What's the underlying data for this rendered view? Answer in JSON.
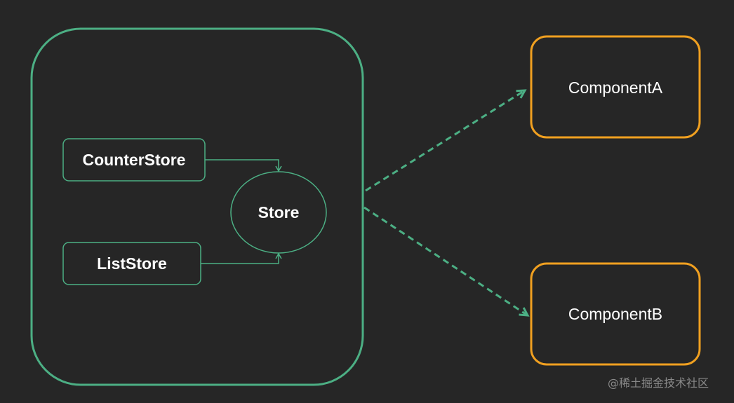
{
  "nodes": {
    "counter_store": "CounterStore",
    "list_store": "ListStore",
    "store": "Store",
    "component_a": "ComponentA",
    "component_b": "ComponentB"
  },
  "watermark": "@稀土掘金技术社区",
  "colors": {
    "background": "#262626",
    "green": "#4caf84",
    "orange": "#f0a020",
    "text": "#ffffff",
    "watermark": "#8a8a8a"
  }
}
